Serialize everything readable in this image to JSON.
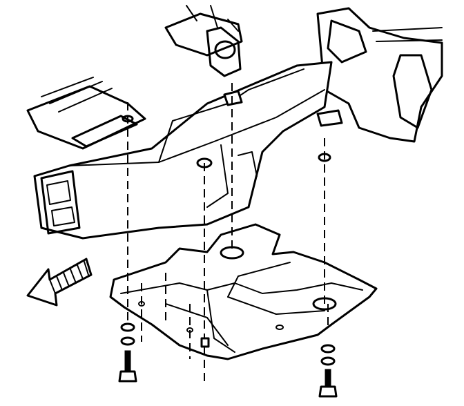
{
  "diagram": {
    "line_color": "#000000",
    "background_color": "#ffffff",
    "components": [
      "frame-rail",
      "crossmember",
      "skid-plate",
      "bolts",
      "washers",
      "direction-arrow"
    ]
  }
}
